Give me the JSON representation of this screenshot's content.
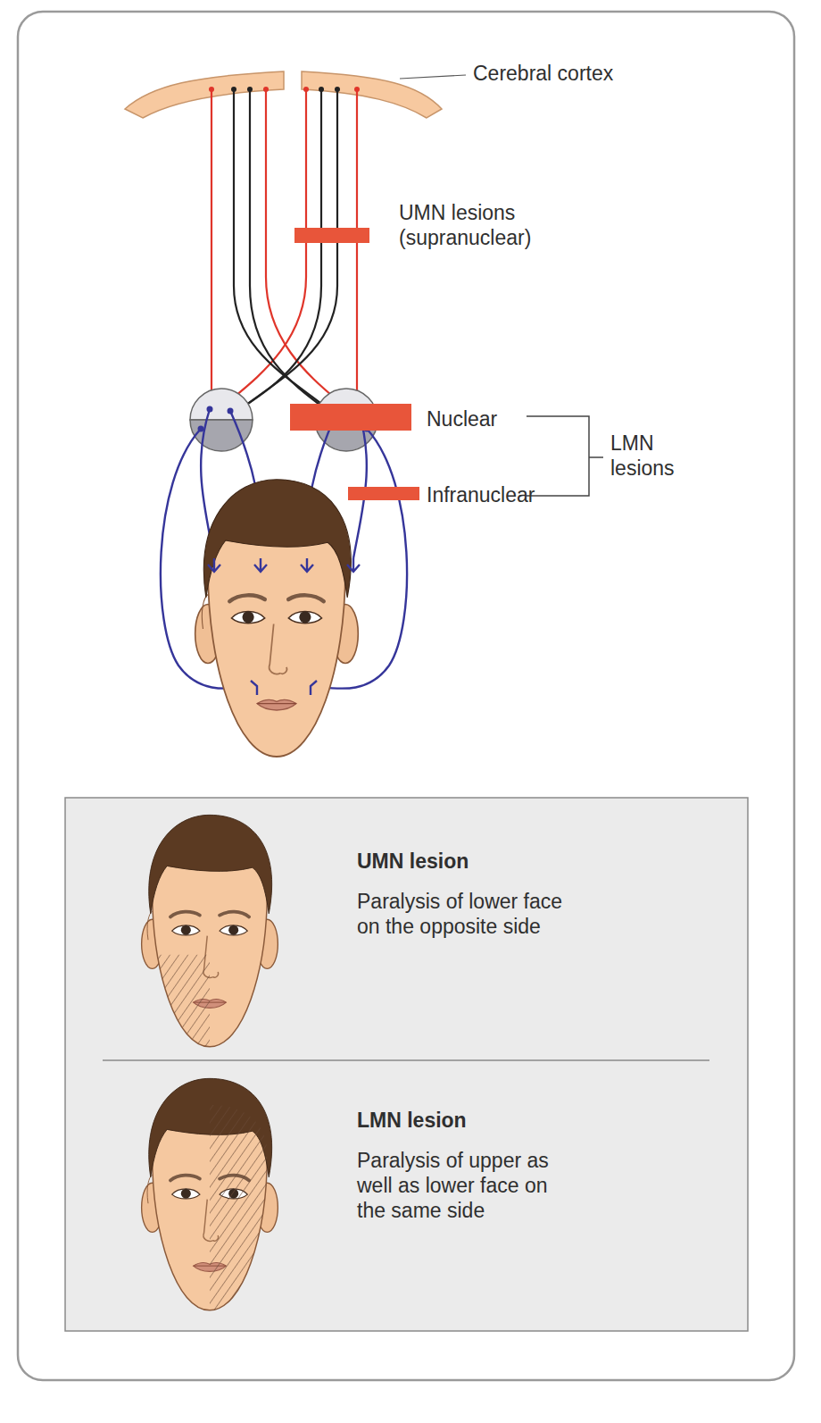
{
  "diagram": {
    "labels": [
      "Cerebral cortex",
      "UMN lesions (supranuclear)",
      "Nuclear",
      "Infranuclear",
      "LMN lesions",
      "UMN lesion",
      "Paralysis of lower face on the opposite side",
      "LMN lesion",
      "Paralysis of upper as well as lower face on the same side"
    ]
  }
}
